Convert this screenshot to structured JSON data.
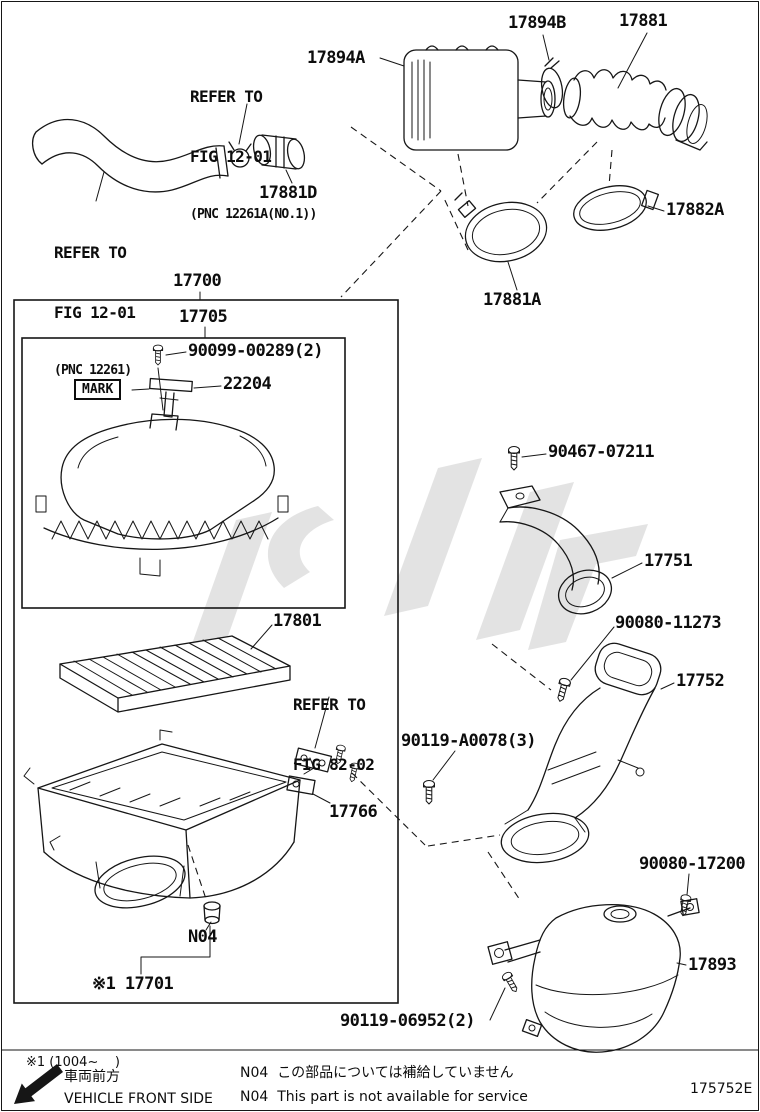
{
  "labels": {
    "p17894B": "17894B",
    "p17881": "17881",
    "p17894A": "17894A",
    "p17881D": "17881D",
    "p17882A": "17882A",
    "p17881A": "17881A",
    "p17700": "17700",
    "p17705": "17705",
    "p90099_00289": "90099-00289(2)",
    "p22204": "22204",
    "mark": "MARK",
    "p90467_07211": "90467-07211",
    "p17751": "17751",
    "p17801": "17801",
    "p90080_11273": "90080-11273",
    "p17752": "17752",
    "p90119_A0078": "90119-A0078(3)",
    "p17766": "17766",
    "p90080_17200": "90080-17200",
    "pN04": "N04",
    "p17893": "17893",
    "p17701": "※1 17701",
    "p90119_06952": "90119-06952(2)"
  },
  "refer_notes": {
    "fig12_01_no1": {
      "line1": "REFER TO",
      "line2": "FIG 12-01",
      "line3": "(PNC 12261A(NO.1))"
    },
    "fig12_01": {
      "line1": "REFER TO",
      "line2": "FIG 12-01",
      "line3": "(PNC 12261)"
    },
    "fig82_02": {
      "line1": "REFER TO",
      "line2": "FIG 82-02"
    }
  },
  "footer": {
    "applicability": "※1 (1004~    )",
    "vehicle_front_jp": "車両前方",
    "vehicle_front_en": "VEHICLE FRONT SIDE",
    "service_note_jp": "N04  この部品については補給していません",
    "service_note_en": "N04  This part is not available for service",
    "doc_code": "175752E"
  }
}
